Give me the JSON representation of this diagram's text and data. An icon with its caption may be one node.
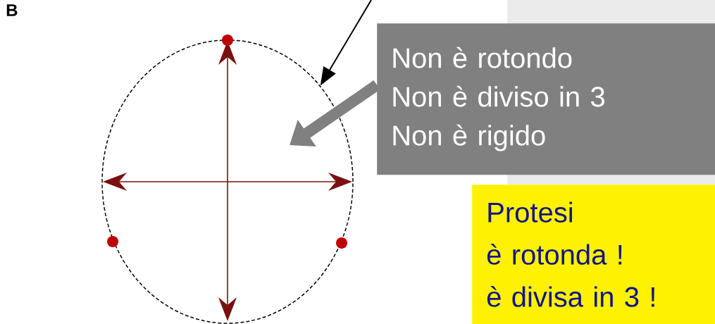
{
  "diagram": {
    "nodes": [
      {
        "text": [],
        "shape": "ellipse"
      },
      {
        "text": [
          "Non è rotondo",
          "Non è diviso in 3",
          "Non è rigido"
        ]
      },
      {
        "text": [
          "Protesi",
          "è rotonda !",
          "è divisa in 3 !"
        ]
      }
    ],
    "edges": [
      {
        "from": null,
        "to": 0,
        "arrow": "to"
      },
      {
        "from": 1,
        "to": 0,
        "arrow": "to",
        "style": "thick",
        "color": "#808080"
      }
    ],
    "labels": [
      "B"
    ]
  }
}
